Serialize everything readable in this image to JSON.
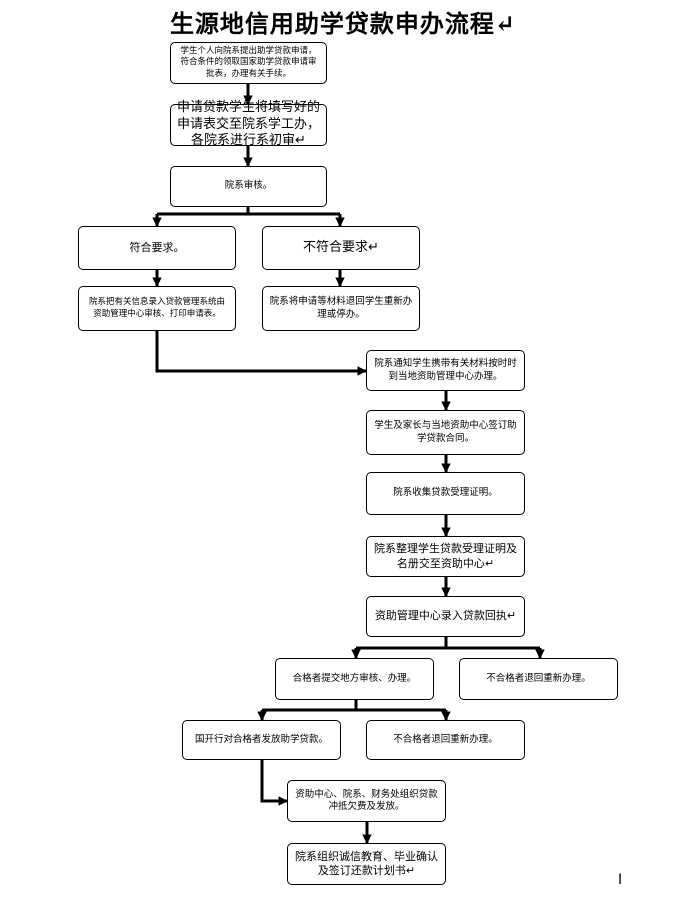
{
  "title": "生源地信用助学贷款申办流程↵",
  "steps": {
    "s1": "学生个人向院系提出助学贷款申请，符合条件的领取国家助学贷款申请审批表，办理有关手续。",
    "s2": "申请贷款学生将填写好的申请表交至院系学工办，各院系进行系初审↵",
    "s3": "院系审核。",
    "s4a": "符合要求。",
    "s4b": "不符合要求↵",
    "s5a": "院系把有关信息录入贷款管理系统由资助管理中心审核、打印申请表。",
    "s5b": "院系将申请等材料退回学生重新办理或停办。",
    "s6": "院系通知学生携带有关材料按时时到当地资助管理中心办理。",
    "s7": "学生及家长与当地资助中心签订助学贷款合同。",
    "s8": "院系收集贷款受理证明。",
    "s9": "院系整理学生贷款受理证明及名册交至资助中心↵",
    "s10": "资助管理中心录入贷款回执↵",
    "s11a": "合格者提交地方审核、办理。",
    "s11b": "不合格者退回重新办理。",
    "s12a": "国开行对合格者发放助学贷款。",
    "s12b": "不合格者退回重新办理。",
    "s13": "资助中心、院系、财务处组织贷款冲抵欠费及发放。",
    "s14": "院系组织诚信教育、毕业确认及签订还款计划书↵"
  },
  "cursor_glyph": "I"
}
